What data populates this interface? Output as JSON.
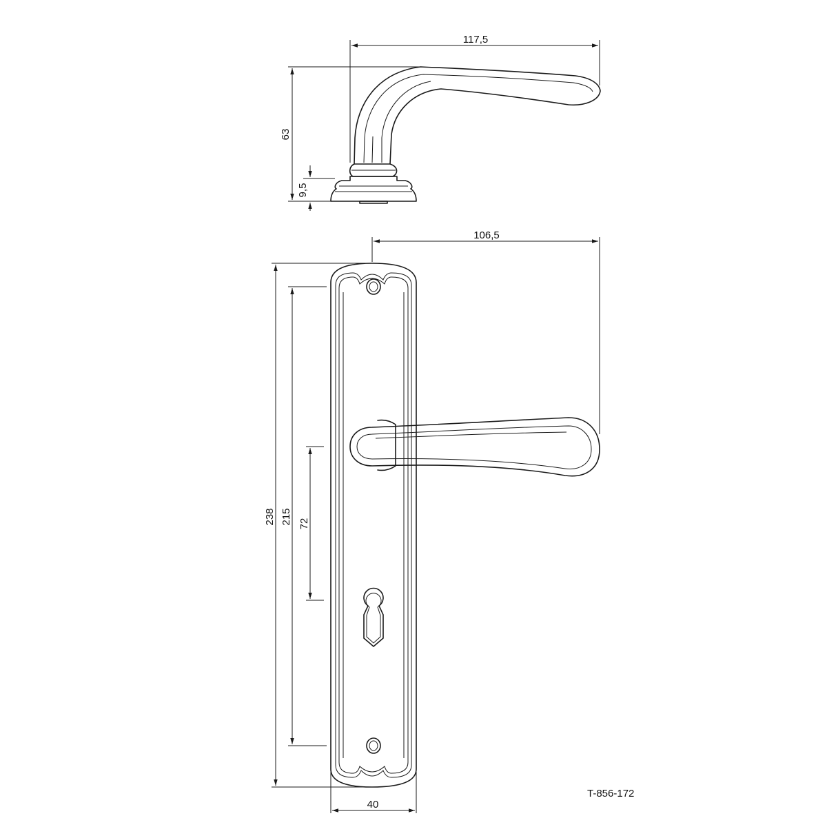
{
  "dimensions": {
    "handle_length_side": "117,5",
    "handle_height_side": "63",
    "rose_height_side": "9,5",
    "handle_projection_front": "106,5",
    "plate_height": "238",
    "screw_spacing": "215",
    "handle_to_keyhole": "72",
    "plate_width": "40"
  },
  "product_code": "T-856-172",
  "colors": {
    "line": "#1a1a1a",
    "background": "#ffffff"
  }
}
